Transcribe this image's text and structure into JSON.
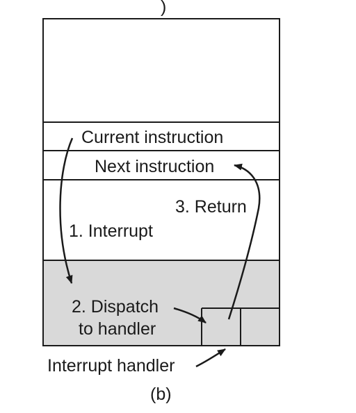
{
  "figure_marker": ")",
  "labels": {
    "current_instruction": "Current instruction",
    "next_instruction": "Next instruction",
    "step_return": "3. Return",
    "step_interrupt": "1. Interrupt",
    "step_dispatch_line1": "2. Dispatch",
    "step_dispatch_line2": "to handler",
    "interrupt_handler": "Interrupt handler",
    "caption": "(b)"
  },
  "colors": {
    "stroke": "#1a1a1a",
    "handler_region_fill": "#d9d9d9",
    "background": "#ffffff"
  }
}
